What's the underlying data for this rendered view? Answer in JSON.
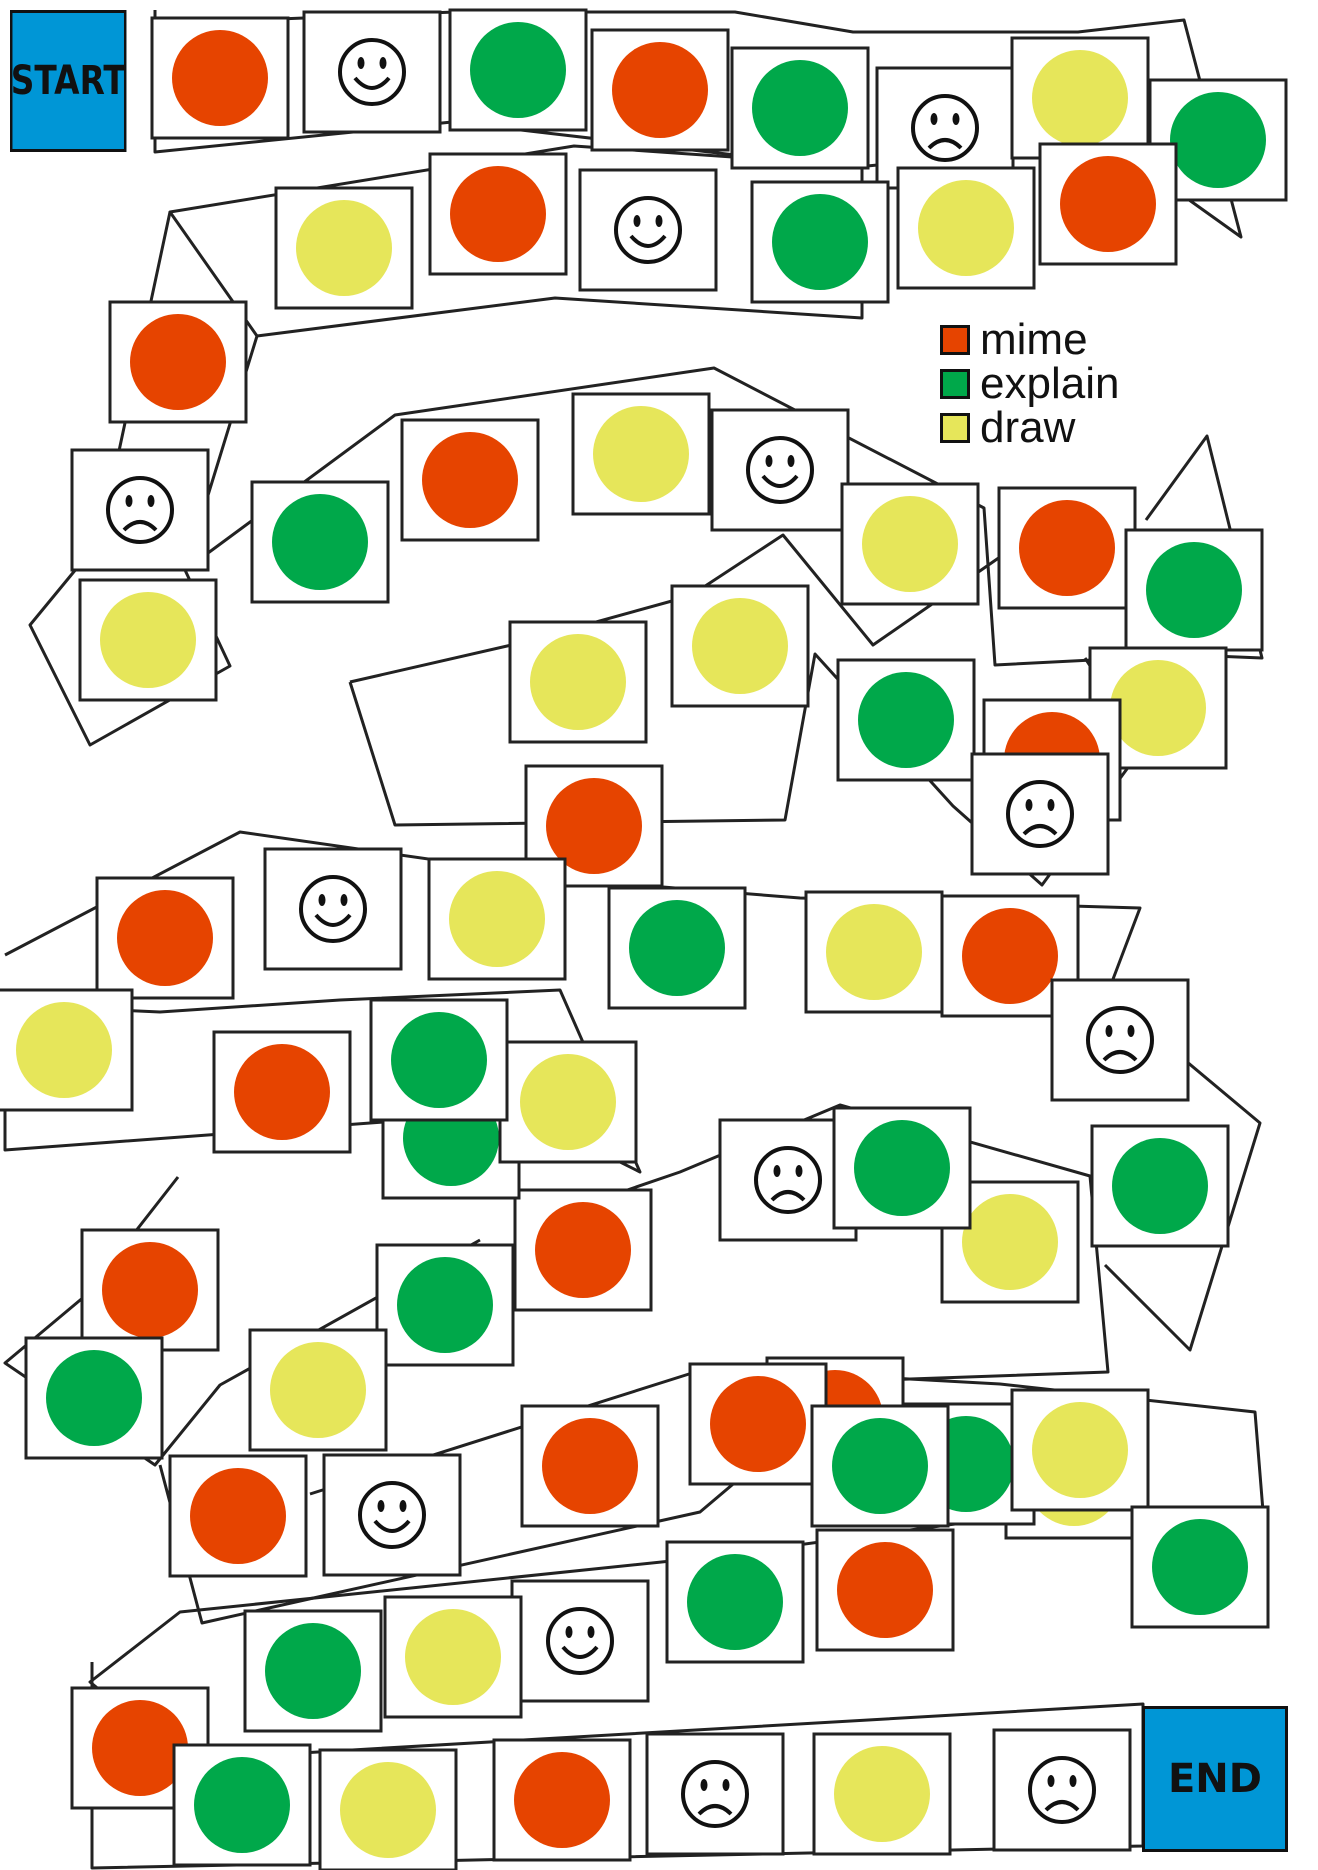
{
  "board": {
    "start_label": "START",
    "end_label": "END",
    "legend": [
      {
        "key": "R",
        "label": "mime",
        "color": "#e64400"
      },
      {
        "key": "G",
        "label": "explain",
        "color": "#00a84a"
      },
      {
        "key": "Y",
        "label": "draw",
        "color": "#e6e65a"
      }
    ],
    "space_types": {
      "R": "red-circle",
      "G": "green-circle",
      "Y": "yellow-circle",
      "S": "smiley-face-icon",
      "F": "frowny-face-icon"
    },
    "path": [
      "R",
      "S",
      "G",
      "R",
      "G",
      "F",
      "Y",
      "G",
      "R",
      "Y",
      "G",
      "S",
      "R",
      "Y",
      "R",
      "F",
      "Y",
      "G",
      "R",
      "Y",
      "S",
      "Y",
      "R",
      "G",
      "Y",
      "R",
      "G",
      "F",
      "Y",
      "Y",
      "R",
      "R",
      "S",
      "Y",
      "G",
      "Y",
      "R",
      "F",
      "G",
      "Y",
      "F",
      "G",
      "R",
      "G",
      "Y",
      "R",
      "G",
      "Y",
      "G",
      "Y",
      "R",
      "R",
      "G",
      "Y",
      "G",
      "R",
      "S",
      "R",
      "R",
      "G",
      "Y",
      "G",
      "R",
      "G",
      "S",
      "Y",
      "G",
      "R",
      "G",
      "Y",
      "R",
      "F",
      "Y",
      "F"
    ]
  }
}
